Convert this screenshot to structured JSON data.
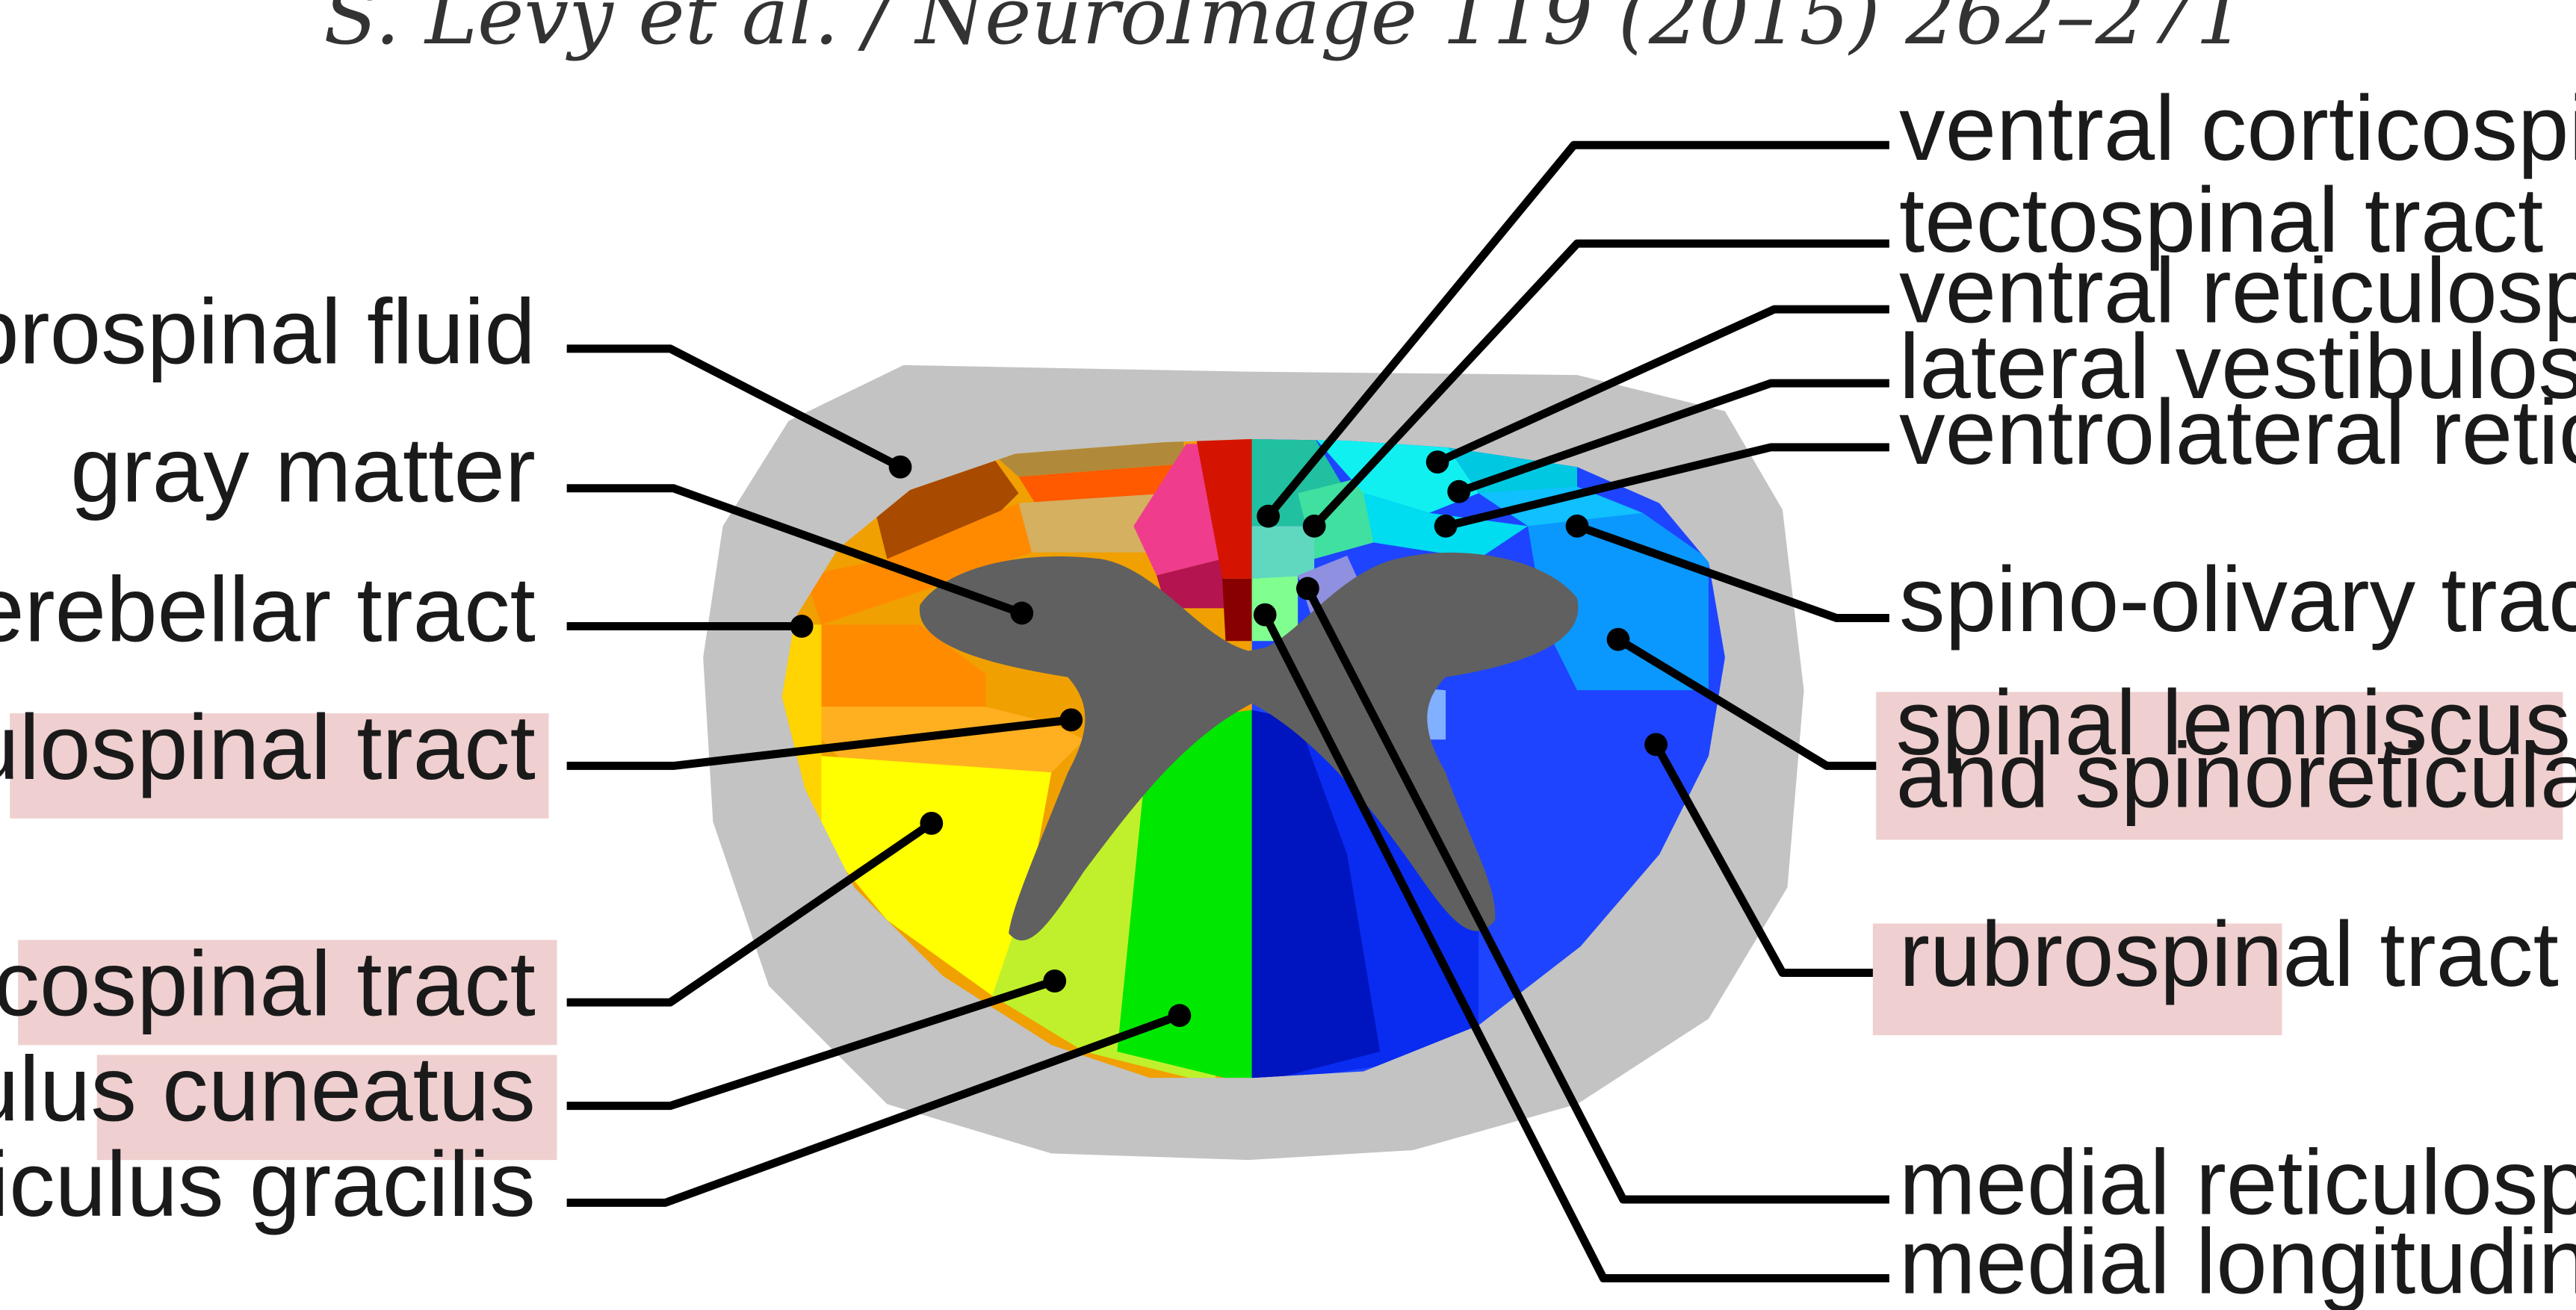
{
  "header": {
    "citation": "S. Lévy et al. / NeuroImage 119 (2015) 262–271"
  },
  "colors": {
    "csf": "#c3c3c3",
    "gray_matter": "#606060",
    "highlight_box": "#efcfcf"
  },
  "labels": {
    "cerebrospinal_fluid": "cerebrospinal fluid",
    "gray_matter": "gray matter",
    "spinocerebellar_tract": "spinocerebellar tract",
    "lateral_reticulospinal_tract": "lateral reticulospinal tract",
    "lateral_corticospinal_tract": "lateral corticospinal tract",
    "fasciculus_cuneatus": "fasciculus cuneatus",
    "fasciculus_gracilis": "fasciculus gracilis",
    "ventral_corticospinal_tract": "ventral corticospinal tract",
    "tectospinal_tract": "tectospinal tract",
    "ventral_reticulospinal_tract": "ventral reticulospinal tract",
    "lateral_vestibulospinal_tract": "lateral vestibulospinal tract",
    "ventrolateral_reticulospinal_tract": "ventrolateral reticulospinal tract",
    "spino_olivary_tract": "spino-olivary tract",
    "spinal_lemniscus_line1": "spinal lemniscus (spinothalamic",
    "spinal_lemniscus_line2": "and spinoreticular tracts)",
    "rubrospinal_tract": "rubrospinal tract",
    "medial_reticulospinal_tract": "medial reticulospinal tract",
    "medial_longitudinal_fasciculus": "medial longitudinal fasciculus"
  }
}
